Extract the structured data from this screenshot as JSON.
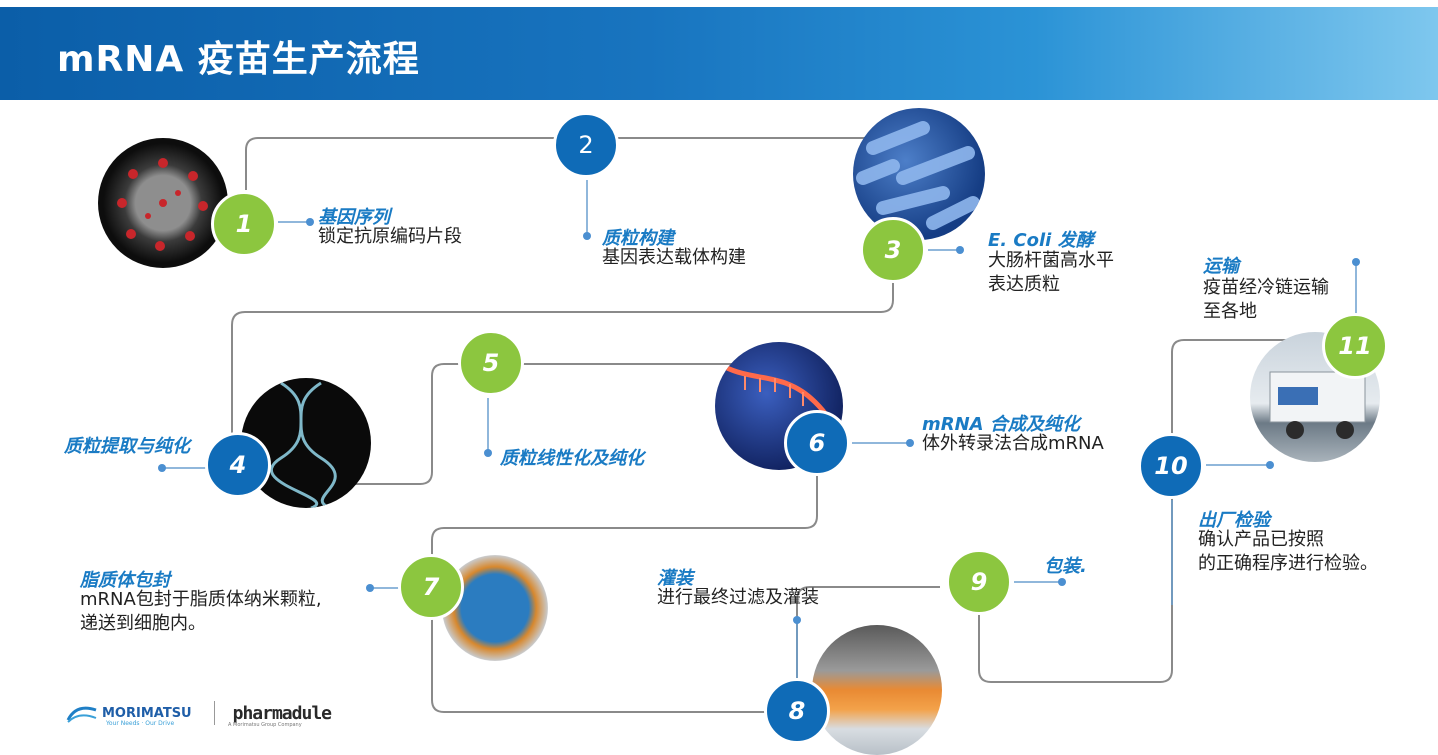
{
  "header": {
    "title": "mRNA 疫苗生产流程"
  },
  "steps": [
    {
      "num": "1",
      "title": "基因序列",
      "desc": [
        "锁定抗原编码片段"
      ]
    },
    {
      "num": "2",
      "title": "质粒构建",
      "desc": [
        "基因表达载体构建"
      ]
    },
    {
      "num": "3",
      "title": "E. Coli 发酵",
      "desc": [
        "大肠杆菌高水平",
        "表达质粒"
      ]
    },
    {
      "num": "4",
      "title": "质粒提取与纯化",
      "desc": []
    },
    {
      "num": "5",
      "title": "质粒线性化及纯化",
      "desc": []
    },
    {
      "num": "6",
      "title": "mRNA 合成及纯化",
      "desc": [
        "体外转录法合成mRNA"
      ]
    },
    {
      "num": "7",
      "title": "脂质体包封",
      "desc": [
        "mRNA包封于脂质体纳米颗粒,",
        "递送到细胞内。"
      ]
    },
    {
      "num": "8",
      "title": "灌装",
      "desc": [
        "进行最终过滤及灌装"
      ]
    },
    {
      "num": "9",
      "title": "包装.",
      "desc": []
    },
    {
      "num": "10",
      "title": "出厂检验",
      "desc": [
        "确认产品已按照",
        "的正确程序进行检验。"
      ]
    },
    {
      "num": "11",
      "title": "运输",
      "desc": [
        "疫苗经冷链运输",
        "至各地"
      ]
    }
  ],
  "logo": {
    "brand": "MORIMATSU",
    "tagline": "Your Needs · Our Drive",
    "partner": "pharmadule",
    "partner_tagline": "A Morimatsu Group Company"
  },
  "colors": {
    "header_blue": "#0b5ea8",
    "node_green": "#8cc63f",
    "node_blue": "#0f6bb7",
    "title_blue": "#1a7bc4",
    "line_gray": "#8a8a8a"
  }
}
